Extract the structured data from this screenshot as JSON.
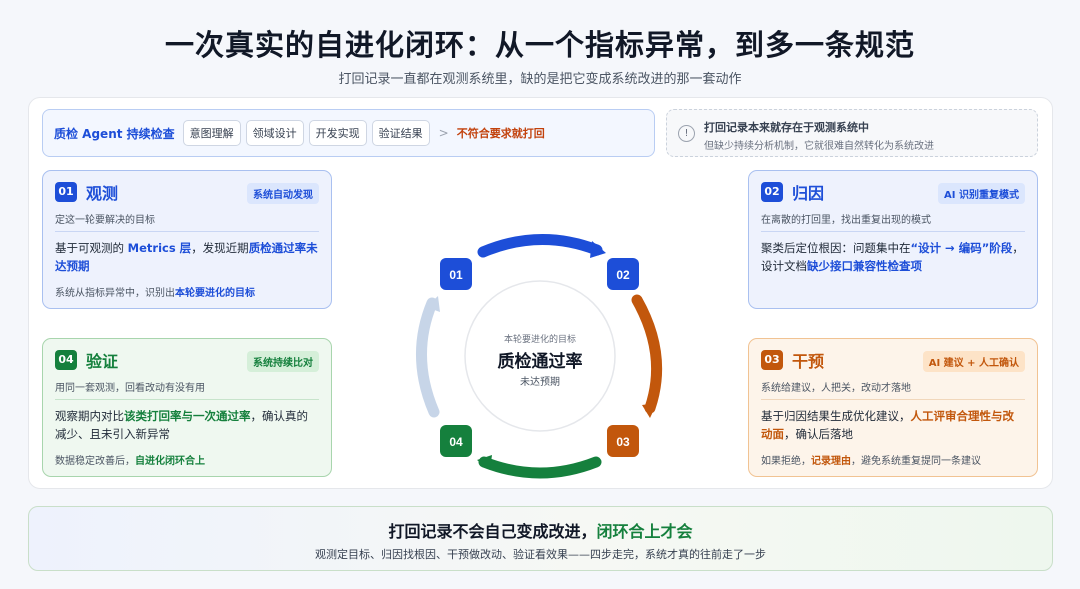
{
  "header": {
    "title": "一次真实的自进化闭环：从一个指标异常，到多一条规范",
    "subtitle": "打回记录一直都在观测系统里，缺的是把它变成系统改进的那一套动作"
  },
  "pipeline": {
    "lead": "质检 Agent 持续检查",
    "steps": [
      "意图理解",
      "领域设计",
      "开发实现",
      "验证结果"
    ],
    "separator": ">",
    "outcome": "不符合要求就打回"
  },
  "note": {
    "icon": "info-icon",
    "glyph": "!",
    "title": "打回记录本来就存在于观测系统中",
    "text": "但缺少持续分析机制，它就很难自然转化为系统改进"
  },
  "cards": {
    "observe": {
      "num": "01",
      "name": "观测",
      "badge": "系统自动发现",
      "goal": "定这一轮要解决的目标",
      "body_a": "基于可观测的 ",
      "body_b": "Metrics 层",
      "body_c": "，发现近期",
      "body_d": "质检通过率未达预期",
      "foot_a": "系统从指标异常中，识别出",
      "foot_b": "本轮要进化的目标"
    },
    "attribute": {
      "num": "02",
      "name": "归因",
      "badge": "AI 识别重复模式",
      "goal": "在离散的打回里，找出重复出现的模式",
      "body_a": "聚类后定位根因：问题集中在",
      "body_b": "“设计 → 编码”阶段",
      "body_c": "，设计文档",
      "body_d": "缺少接口兼容性检查项"
    },
    "intervene": {
      "num": "03",
      "name": "干预",
      "badge": "AI 建议 + 人工确认",
      "goal": "系统给建议，人把关，改动才落地",
      "body_a": "基于归因结果生成优化建议，",
      "body_b": "人工评审合理性与改动面",
      "body_c": "，确认后落地",
      "foot_a": "如果拒绝，",
      "foot_b": "记录理由",
      "foot_c": "，避免系统重复提同一条建议"
    },
    "verify": {
      "num": "04",
      "name": "验证",
      "badge": "系统持续比对",
      "goal": "用同一套观测，回看改动有没有用",
      "body_a": "观察期内对比",
      "body_b": "该类打回率与一次通过率",
      "body_c": "，确认真的减少、且未引入新异常",
      "foot_a": "数据稳定改善后，",
      "foot_b": "自进化闭环合上"
    }
  },
  "cycle": {
    "nodes": [
      "01",
      "02",
      "03",
      "04"
    ],
    "colors": {
      "observe": "#1d4ed8",
      "attribute": "#c2570c",
      "verify": "#15803d",
      "muted": "#c7d5e8"
    },
    "center_small": "本轮要进化的目标",
    "center_big": "质检通过率",
    "center_sub": "未达预期"
  },
  "footer": {
    "title_a": "打回记录不会自己变成改进，",
    "title_b": "闭环合上才会",
    "text": "观测定目标、归因找根因、干预做改动、验证看效果——四步走完，系统才真的往前走了一步"
  }
}
